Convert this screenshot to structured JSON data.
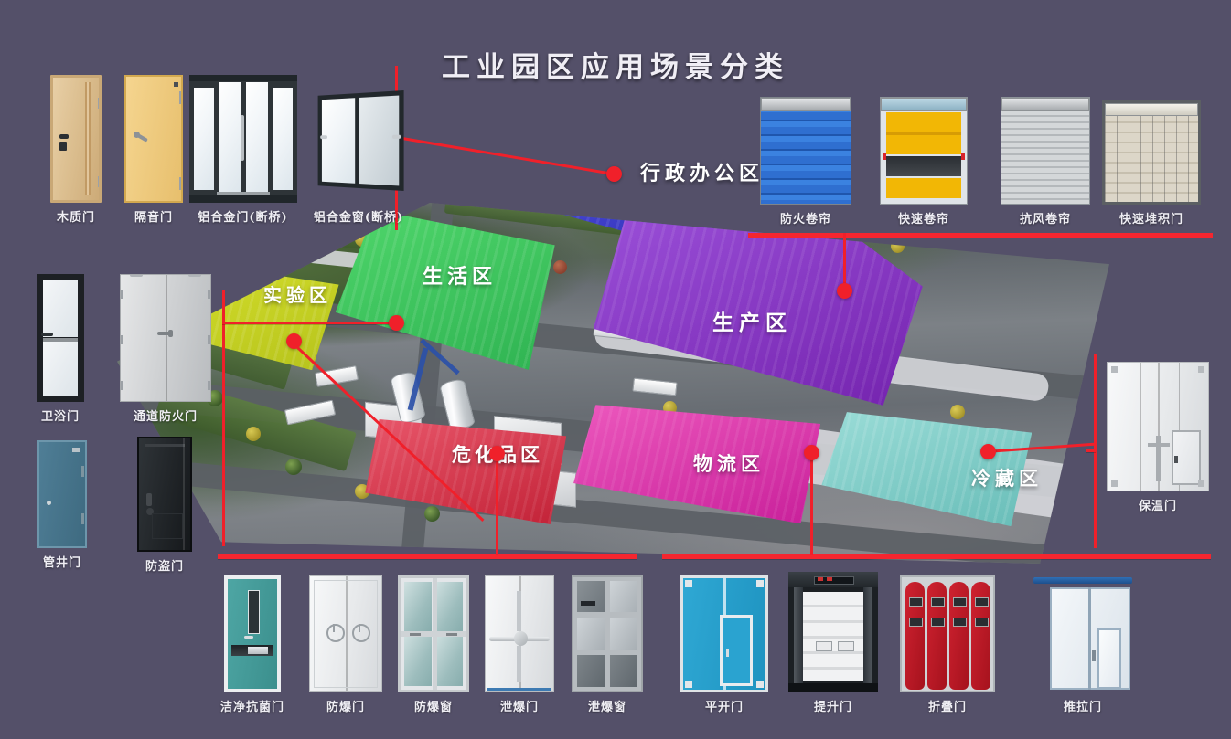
{
  "page": {
    "title": "工业园区应用场景分类",
    "background_color": "#545069",
    "connector_color": "#f0202a"
  },
  "map": {
    "name": "industrial-park-aerial-map",
    "zones": [
      {
        "id": "admin",
        "label": "行政办公区",
        "color": "#3b3bc8"
      },
      {
        "id": "lab",
        "label": "实验区",
        "color": "#c8d122"
      },
      {
        "id": "living",
        "label": "生活区",
        "color": "#3fc濃"
      },
      {
        "id": "production",
        "label": "生产区",
        "color": "#8b3fc6"
      },
      {
        "id": "hazchem",
        "label": "危化品区",
        "color": "#e0465c"
      },
      {
        "id": "logistics",
        "label": "物流区",
        "color": "#e246b0"
      },
      {
        "id": "cold",
        "label": "冷藏区",
        "color": "#7fcdc8"
      }
    ]
  },
  "products": {
    "top_left": [
      {
        "id": "wood-door",
        "label": "木质门"
      },
      {
        "id": "soundproof",
        "label": "隔音门"
      },
      {
        "id": "alu-door",
        "label": "铝合金门(断桥)"
      },
      {
        "id": "alu-window",
        "label": "铝合金窗(断桥)"
      }
    ],
    "top_right": [
      {
        "id": "fire-shutter",
        "label": "防火卷帘"
      },
      {
        "id": "fast-shutter",
        "label": "快速卷帘"
      },
      {
        "id": "wind-shutter",
        "label": "抗风卷帘"
      },
      {
        "id": "fast-stack",
        "label": "快速堆积门"
      }
    ],
    "left": [
      {
        "id": "bath-door",
        "label": "卫浴门"
      },
      {
        "id": "corridor-fire",
        "label": "通道防火门"
      },
      {
        "id": "shaft-door",
        "label": "管井门"
      },
      {
        "id": "security-door",
        "label": "防盗门"
      }
    ],
    "right": [
      {
        "id": "insulated-door",
        "label": "保温门"
      }
    ],
    "bottom_left": [
      {
        "id": "clean-door",
        "label": "洁净抗菌门"
      },
      {
        "id": "blast-door",
        "label": "防爆门"
      },
      {
        "id": "blast-window",
        "label": "防爆窗"
      },
      {
        "id": "relief-door",
        "label": "泄爆门"
      },
      {
        "id": "relief-window",
        "label": "泄爆窗"
      }
    ],
    "bottom_right": [
      {
        "id": "swing-door",
        "label": "平开门"
      },
      {
        "id": "lift-door",
        "label": "提升门"
      },
      {
        "id": "folding-door",
        "label": "折叠门"
      },
      {
        "id": "sliding-door",
        "label": "推拉门"
      }
    ]
  }
}
